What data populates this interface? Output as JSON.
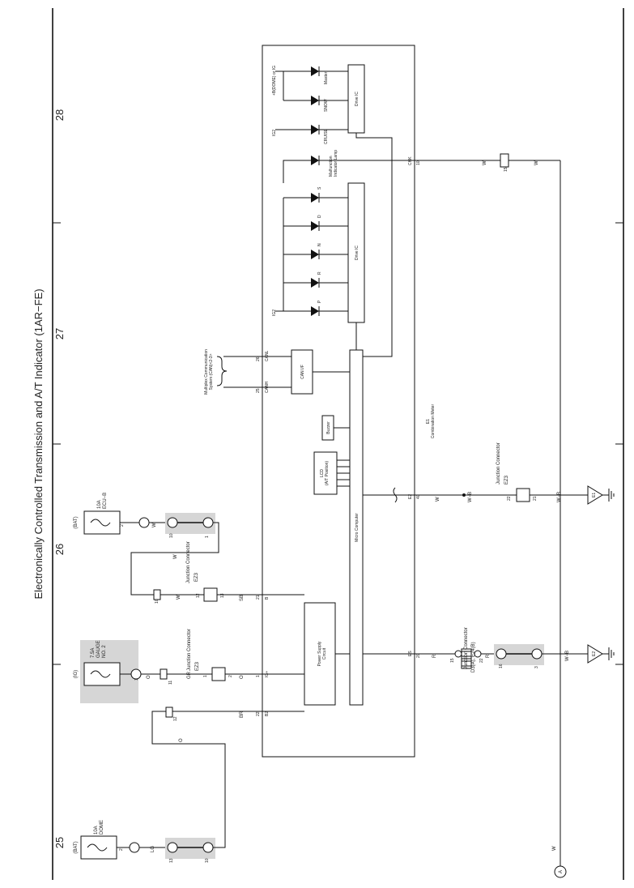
{
  "title": "Electronically Controlled Transmission and A/T Indicator (1AR−FE)",
  "grid": [
    "25",
    "26",
    "27",
    "28"
  ],
  "power": {
    "dome": {
      "source": "(BAT)",
      "name": "10A\nDOME",
      "pin": "2"
    },
    "gauge": {
      "source": "(IG)",
      "name": "7.5A\nGAUGE\nNO. 2",
      "pin": "12"
    },
    "ecub": {
      "source": "(BAT)",
      "name": "10A\nECU−B",
      "pin": "2"
    }
  },
  "connectors": {
    "a_pins": [
      "13",
      "10",
      "10",
      "10",
      "1"
    ],
    "e_pins": [
      "12",
      "11",
      "10"
    ],
    "junction": "Junction Connector",
    "ez3": "EZ3",
    "ez3_pins": [
      "1",
      "2",
      "12",
      "13",
      "21",
      "22"
    ],
    "d_ref": "D3(A), E24(B)",
    "d_pins": [
      "15",
      "22"
    ],
    "ee_pins": [
      "16",
      "3"
    ],
    "chk_pin": "15"
  },
  "wires": {
    "lg": "LG",
    "o": "O",
    "w": "W",
    "gr": "GR",
    "br": "BR",
    "sb": "SB",
    "wb": "W−B",
    "r": "R"
  },
  "meter": {
    "name": "E1\nCombination Meter",
    "pins": {
      "b2": "22",
      "igp": "1",
      "b": "21",
      "canh": "25",
      "canl": "26",
      "e2": "40",
      "chk": "10",
      "es": "20"
    },
    "labels": {
      "b2": "B2",
      "igp": "IG+",
      "b": "B",
      "canh": "CANH",
      "canl": "CANL",
      "e2": "E2",
      "chk": "CHK",
      "es": "ES",
      "ig2": "IG2",
      "dome_ig": "+B(DOME) or IG"
    },
    "power_supply": "Power Supply\nCircuit",
    "micro": "Micro Computer",
    "lcd": "LCD\n(A/T Position)",
    "buzzer": "Buzzer",
    "canif": "CAN I/F",
    "drive_ic": "Drive IC",
    "shift": [
      "P",
      "R",
      "N",
      "D",
      "S"
    ],
    "mil": "Malfunction\nIndicator Lamp",
    "lamps": [
      "CRUISE",
      "SNOW",
      "Master"
    ]
  },
  "multiplex": "Multiplex Communication\nSystem (CAN)<2-3>",
  "grounds": {
    "e1": "E1",
    "e2": "E2"
  },
  "terminal": "A"
}
